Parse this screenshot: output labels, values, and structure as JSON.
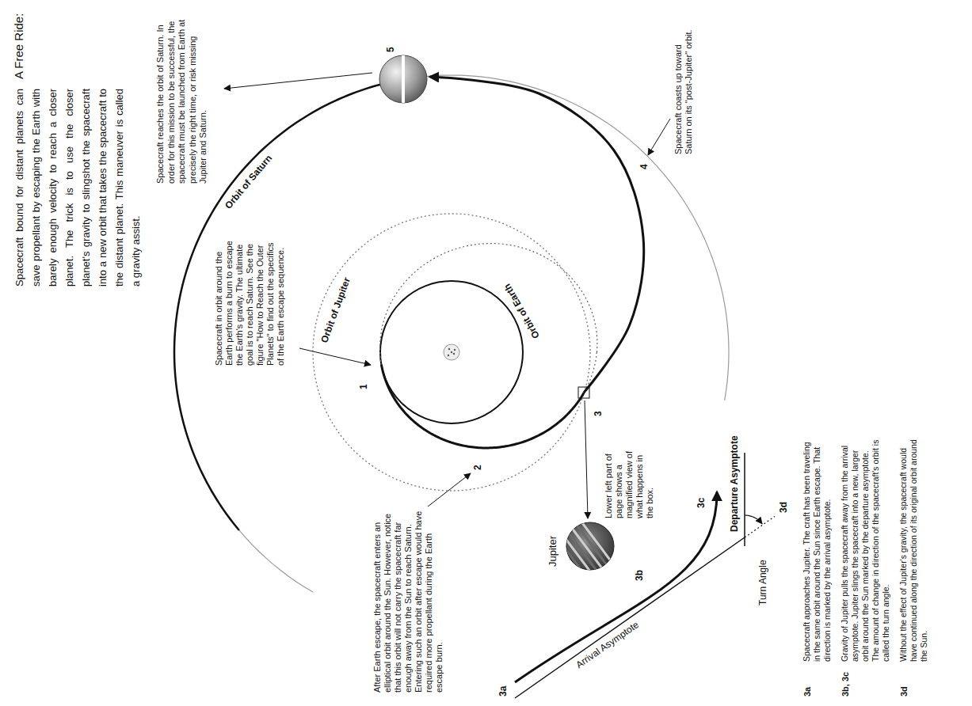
{
  "diagram": {
    "title": "A Free Ride:",
    "labels": [
      "Spacecraft bound for distant planets can save propellant by escaping the Earth with barely enough velocity to reach a closer planet. The trick is to use the closer planet's gravity to slingshot the spacecraft into a new orbit that takes the spacecraft to the distant planet. This maneuver is called a gravity assist.",
      "Orbit of Saturn",
      "Orbit of Jupiter",
      "Orbit of Earth",
      "Spacecraft in orbit around the Earth performs a burn to escape the Earth's gravity. The ultimate goal is to reach Saturn. See the figure \"How to Reach the Outer Planets\" to find out the specifics of the Earth escape sequence.",
      "1",
      "After Earth escape, the spacecraft enters an elliptical orbit around the Sun. However, notice that this orbit will not carry the spacecraft far enough away from the Sun to reach Saturn. Entering such an orbit after escape would have required more propellant during the Earth escape burn.",
      "2",
      "3",
      "Lower left part of page shows a magnified view of what happens in the box.",
      "Spacecraft coasts up toward Saturn on its \"post-Jupiter\" orbit.",
      "4",
      "5",
      "Spacecraft reaches the orbit of Saturn. In order for this mission to be successful, the spacecraft must be launched from Earth at precisely the right time, or risk missing Jupiter and Saturn.",
      "Jupiter",
      "3a",
      "Arrival Asymptote",
      "3b",
      "3c",
      "Departure Asymptote",
      "Turn Angle",
      "3d",
      "3a",
      "Spacecraft approaches Jupiter. The craft has been traveling in the same orbit around the Sun since Earth escape. That direction is marked by the arrival asymptote.",
      "3b, 3c",
      "Gravity of Jupiter pulls the spacecraft away from the arrival asymptote. Jupiter slings the spacecraft into a new, larger orbit around the Sun marked by the departure asymptote. The amount of change in direction of the spacecraft's orbit is called the turn angle.",
      "3d",
      "Without the effect of Jupiter's gravity, the spacecraft would have continued along the direction of its original orbit around the Sun."
    ]
  }
}
